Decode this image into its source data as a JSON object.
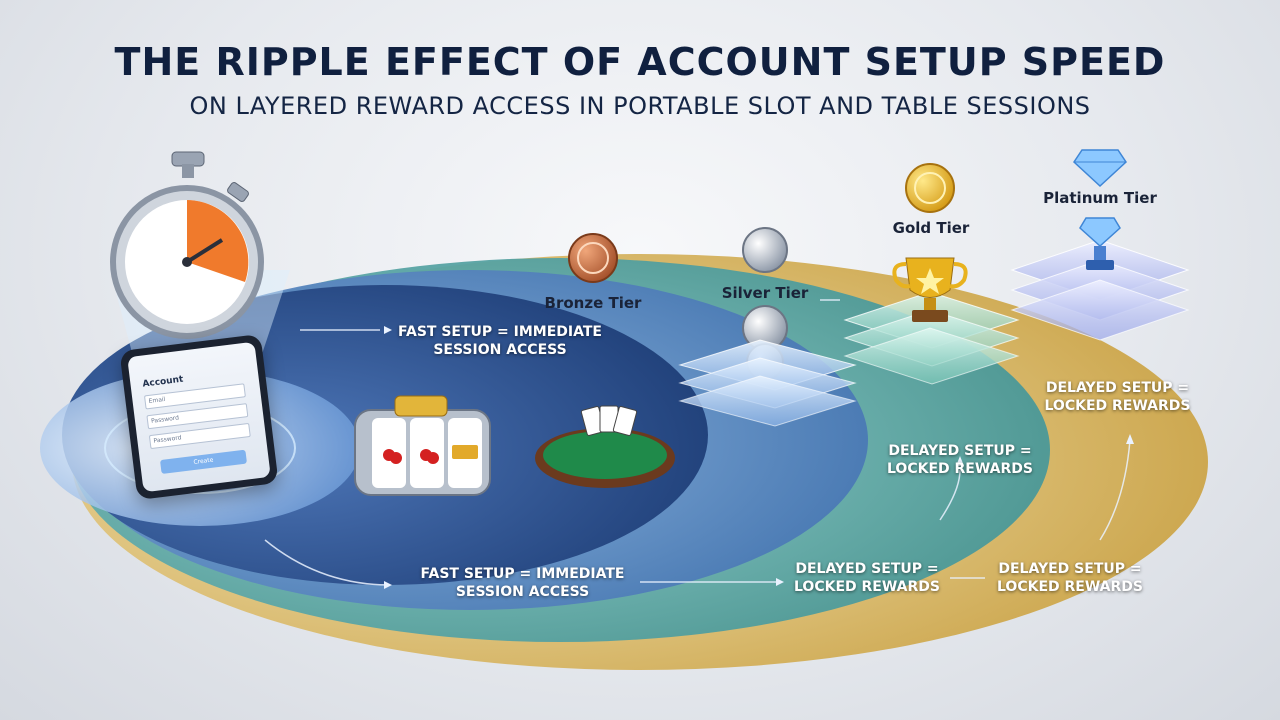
{
  "header": {
    "title": "THE RIPPLE EFFECT OF ACCOUNT SETUP SPEED",
    "subtitle": "ON LAYERED REWARD ACCESS IN PORTABLE SLOT AND TABLE SESSIONS"
  },
  "tiers": {
    "bronze": "Bronze Tier",
    "silver": "Silver Tier",
    "gold": "Gold Tier",
    "platinum": "Platinum Tier"
  },
  "labels": {
    "fast_top": "FAST SETUP = IMMEDIATE SESSION ACCESS",
    "fast_bottom": "FAST SETUP = IMMEDIATE SESSION ACCESS",
    "delayed_gold": "DELAYED SETUP = LOCKED REWARDS",
    "delayed_platinum": "DELAYED SETUP = LOCKED REWARDS",
    "delayed_bottom_silver": "DELAYED SETUP = LOCKED REWARDS",
    "delayed_bottom_gold": "DELAYED SETUP = LOCKED REWARDS"
  },
  "phone": {
    "screen_title": "Account",
    "field_email": "Email",
    "field_password": "Password",
    "field_password2": "Password",
    "button_label": "Create"
  },
  "colors": {
    "ring_blue_dark": "#1f3f78",
    "ring_blue": "#3f6fae",
    "ring_teal": "#3f8f8f",
    "ring_gold": "#c9a040",
    "title": "#10203f",
    "timer_orange": "#f07a2c"
  }
}
